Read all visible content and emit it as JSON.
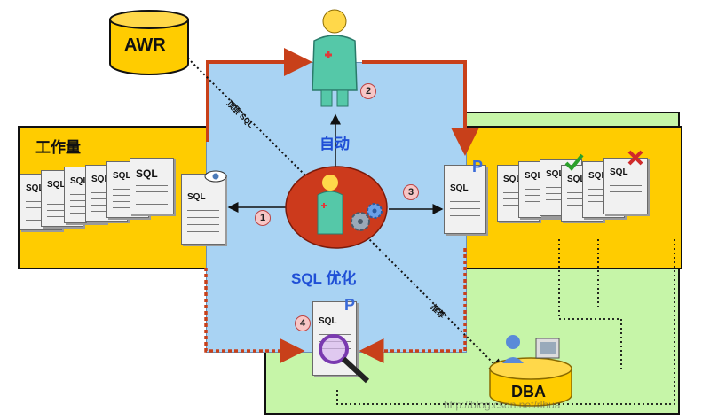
{
  "awr": {
    "label": "AWR"
  },
  "workload": {
    "label": "工作量"
  },
  "automatic": {
    "label": "自动"
  },
  "tuning": {
    "label": "SQL 优化"
  },
  "top_sql": {
    "label": "顶层 SQL"
  },
  "recommend": {
    "label": "推荐"
  },
  "dba": {
    "label": "DBA"
  },
  "doc_label": "SQL",
  "steps": [
    "1",
    "2",
    "3",
    "4"
  ],
  "watermark": "http://blog.csdn.net/rlhua",
  "colors": {
    "blue": "#a9d3f3",
    "yellow": "#ffcc00",
    "green": "#c6f5a8",
    "arrow_red": "#c8401a",
    "title_blue": "#1f4fd6"
  },
  "icons": [
    "database-icon",
    "advisor-person-icon",
    "gear-icon",
    "eye-icon",
    "checkmark-icon",
    "cross-icon",
    "magnifier-icon",
    "dba-workstation-icon"
  ]
}
